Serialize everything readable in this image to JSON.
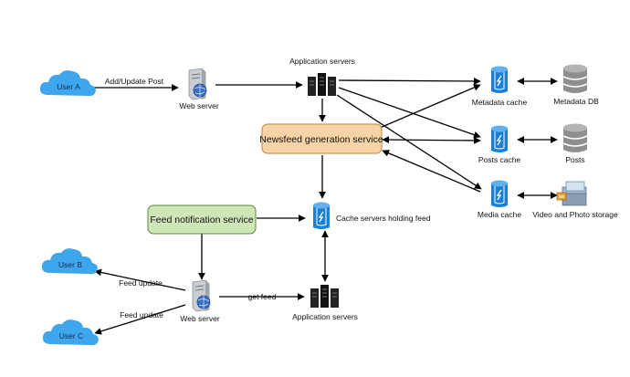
{
  "nodes": {
    "user_a": "User A",
    "user_b": "User B",
    "user_c": "User C",
    "web_server_top": "Web server",
    "web_server_bottom": "Web server",
    "app_servers_top": "Application servers",
    "app_servers_bottom": "Application servers",
    "newsfeed_service": "Newsfeed generation service",
    "feed_notification_service": "Feed notification service",
    "cache_servers": "Cache servers holding feed",
    "metadata_cache": "Metadata cache",
    "posts_cache": "Posts cache",
    "media_cache": "Media cache",
    "metadata_db": "Metadata DB",
    "posts_db": "Posts",
    "video_photo_storage": "Video and Photo storage"
  },
  "edges": {
    "add_update_post": "Add/Update Post",
    "feed_update_b": "Feed update",
    "feed_update_c": "Feed update",
    "get_feed": "get feed"
  },
  "colors": {
    "cloud": "#3ea6ec",
    "cache": "#1c7fd6",
    "newsfeed_fill": "#f8d3a6",
    "newsfeed_stroke": "#c0813a",
    "notification_fill": "#cfe6b7",
    "notification_stroke": "#5f8a3c",
    "db": "#8f8f8f"
  }
}
